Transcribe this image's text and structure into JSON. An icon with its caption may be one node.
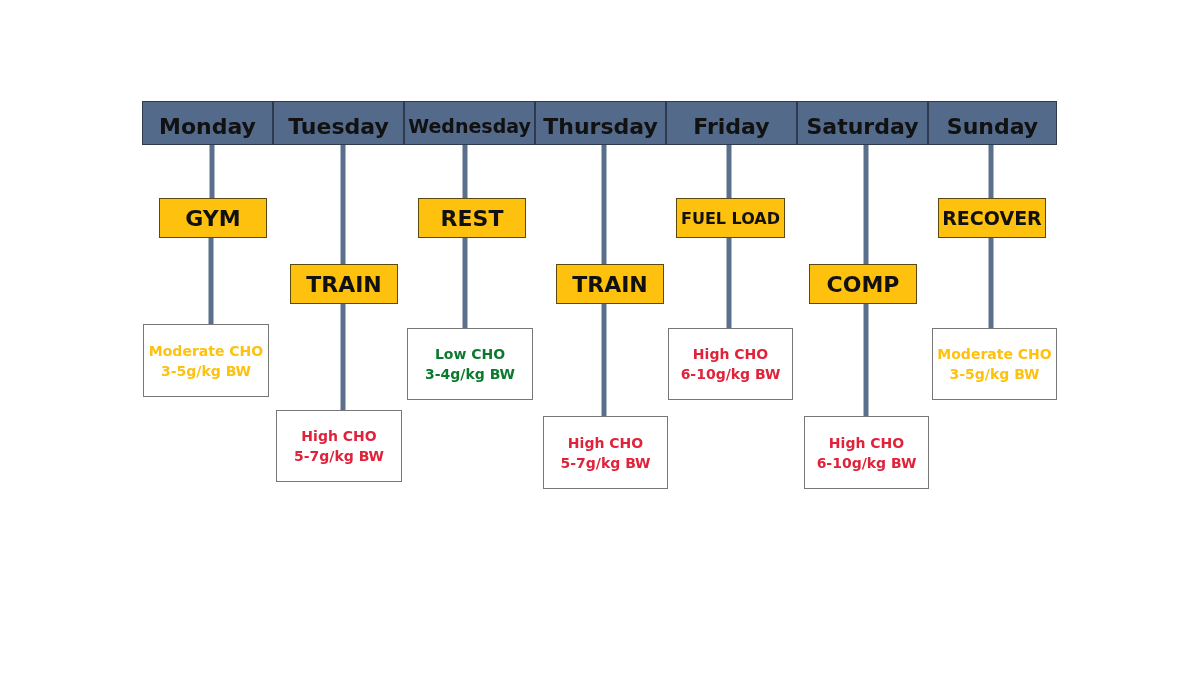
{
  "diagram": {
    "nodes": [
      {
        "text": [
          "Monday"
        ]
      },
      {
        "text": [
          "Tuesday"
        ]
      },
      {
        "text": [
          "Wednesday"
        ]
      },
      {
        "text": [
          "Thursday"
        ]
      },
      {
        "text": [
          "Friday"
        ]
      },
      {
        "text": [
          "Saturday"
        ]
      },
      {
        "text": [
          "Sunday"
        ]
      },
      {
        "text": [
          "GYM"
        ]
      },
      {
        "text": [
          "TRAIN"
        ]
      },
      {
        "text": [
          "REST"
        ]
      },
      {
        "text": [
          "TRAIN"
        ]
      },
      {
        "text": [
          "FUEL LOAD"
        ]
      },
      {
        "text": [
          "COMP"
        ]
      },
      {
        "text": [
          "RECOVER"
        ]
      },
      {
        "text": [
          "Moderate CHO",
          "3-5g/kg BW"
        ]
      },
      {
        "text": [
          "High CHO",
          "5-7g/kg BW"
        ]
      },
      {
        "text": [
          "Low CHO",
          "3-4g/kg BW"
        ]
      },
      {
        "text": [
          "High CHO",
          "5-7g/kg BW"
        ]
      },
      {
        "text": [
          "High CHO",
          "6-10g/kg BW"
        ]
      },
      {
        "text": [
          "High CHO",
          "6-10g/kg BW"
        ]
      },
      {
        "text": [
          "Moderate CHO",
          "3-5g/kg BW"
        ]
      }
    ],
    "edges": [
      {
        "from": 0,
        "to": 7,
        "arrow": "none"
      },
      {
        "from": 7,
        "to": 14,
        "arrow": "none"
      },
      {
        "from": 1,
        "to": 8,
        "arrow": "none"
      },
      {
        "from": 8,
        "to": 15,
        "arrow": "none"
      },
      {
        "from": 2,
        "to": 9,
        "arrow": "none"
      },
      {
        "from": 9,
        "to": 16,
        "arrow": "none"
      },
      {
        "from": 3,
        "to": 10,
        "arrow": "none"
      },
      {
        "from": 10,
        "to": 17,
        "arrow": "none"
      },
      {
        "from": 4,
        "to": 11,
        "arrow": "none"
      },
      {
        "from": 11,
        "to": 18,
        "arrow": "none"
      },
      {
        "from": 5,
        "to": 12,
        "arrow": "none"
      },
      {
        "from": 12,
        "to": 19,
        "arrow": "none"
      },
      {
        "from": 6,
        "to": 13,
        "arrow": "none"
      },
      {
        "from": 13,
        "to": 20,
        "arrow": "none"
      }
    ]
  }
}
